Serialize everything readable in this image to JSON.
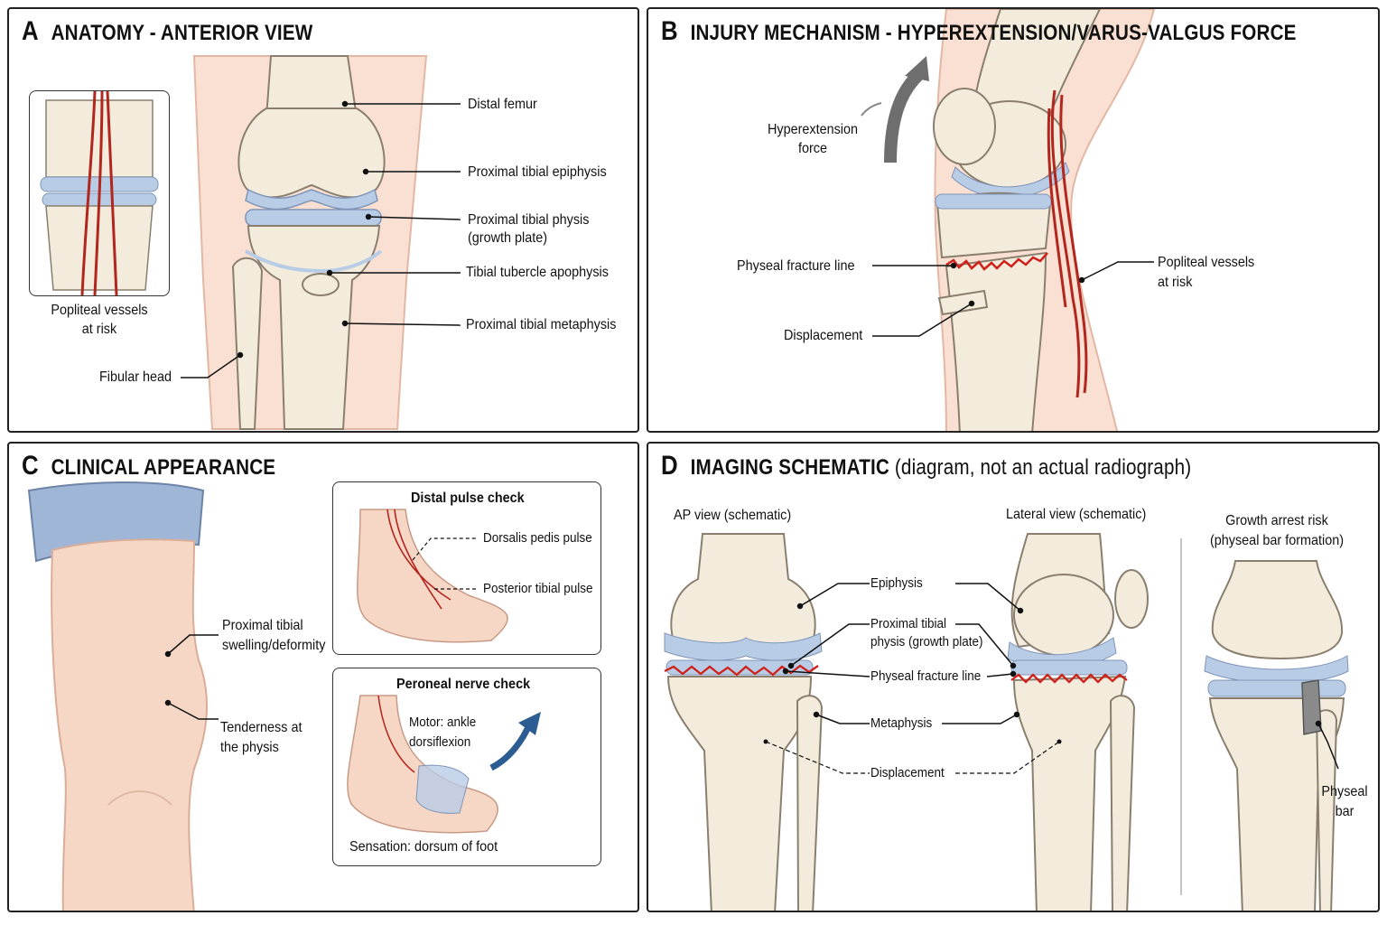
{
  "panel_a": {
    "letter": "A",
    "title": "ANATOMY - ANTERIOR VIEW",
    "inset_label_1": "Popliteal vessels",
    "inset_label_2": "at risk",
    "labels": {
      "distal_femur": "Distal femur",
      "epiphysis": "Proximal tibial epiphysis",
      "physis_1": "Proximal tibial physis",
      "physis_2": "(growth plate)",
      "tubercle": "Tibial tubercle apophysis",
      "metaphysis": "Proximal tibial metaphysis",
      "fibular_head": "Fibular head"
    }
  },
  "panel_b": {
    "letter": "B",
    "title": "INJURY MECHANISM - HYPEREXTENSION/VARUS-VALGUS FORCE",
    "force_1": "Hyperextension",
    "force_2": "force",
    "fracture_line": "Physeal fracture line",
    "displacement": "Displacement",
    "vessels_1": "Popliteal vessels",
    "vessels_2": "at risk"
  },
  "panel_c": {
    "letter": "C",
    "title": "CLINICAL APPEARANCE",
    "swelling_1": "Proximal tibial",
    "swelling_2": "swelling/deformity",
    "tenderness_1": "Tenderness at",
    "tenderness_2": "the physis",
    "pulse_box": {
      "title": "Distal pulse check",
      "dorsalis": "Dorsalis pedis pulse",
      "posterior": "Posterior tibial pulse"
    },
    "nerve_box": {
      "title": "Peroneal nerve check",
      "motor_1": "Motor: ankle",
      "motor_2": "dorsiflexion",
      "sensation": "Sensation: dorsum of foot"
    }
  },
  "panel_d": {
    "letter": "D",
    "title": "IMAGING SCHEMATIC",
    "title_sub": "(diagram, not an actual radiograph)",
    "ap_view": "AP view (schematic)",
    "lateral_view": "Lateral view (schematic)",
    "growth_1": "Growth arrest risk",
    "growth_2": "(physeal bar formation)",
    "epiphysis": "Epiphysis",
    "physis_1": "Proximal tibial",
    "physis_2": "physis (growth plate)",
    "fracture_line": "Physeal fracture line",
    "metaphysis": "Metaphysis",
    "displacement": "Displacement",
    "bar_1": "Physeal",
    "bar_2": "bar"
  },
  "colors": {
    "bone": "#f3ecdc",
    "bone_stroke": "#8a7f6e",
    "cartilage": "#b9cce6",
    "skin": "#f6d7c6",
    "vessel": "#b3261e",
    "fracture": "#d0201a",
    "sock": "#9fb6d6",
    "arrow_blue": "#2b5d93",
    "arrow_gray": "#6e6e6e",
    "physeal_bar": "#8a8a8a"
  }
}
